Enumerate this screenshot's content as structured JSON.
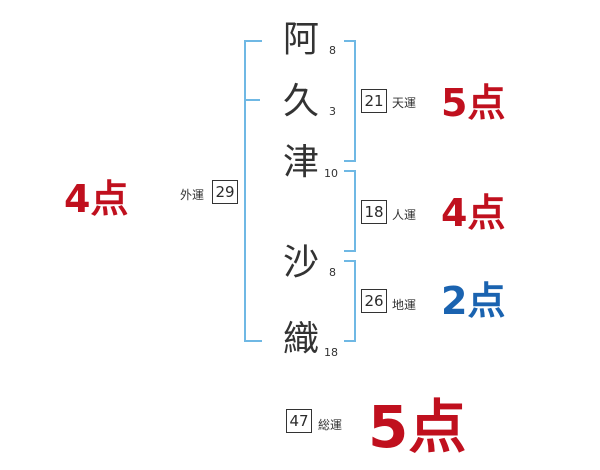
{
  "name": {
    "surname": [
      {
        "char": "阿",
        "strokes": "8"
      },
      {
        "char": "久",
        "strokes": "3"
      },
      {
        "char": "津",
        "strokes": "10"
      }
    ],
    "given": [
      {
        "char": "沙",
        "strokes": "8"
      },
      {
        "char": "織",
        "strokes": "18"
      }
    ]
  },
  "fortunes": {
    "ten": {
      "value": "21",
      "label": "天運",
      "score": "5点"
    },
    "jin": {
      "value": "18",
      "label": "人運",
      "score": "4点"
    },
    "chi": {
      "value": "26",
      "label": "地運",
      "score": "2点"
    },
    "gai": {
      "value": "29",
      "label": "外運",
      "score": "4点"
    },
    "sou": {
      "value": "47",
      "label": "総運",
      "score": "5点"
    }
  },
  "colors": {
    "bracket": "#6fb8e4",
    "score_red": "#c0101e",
    "score_blue": "#1a63b0"
  }
}
